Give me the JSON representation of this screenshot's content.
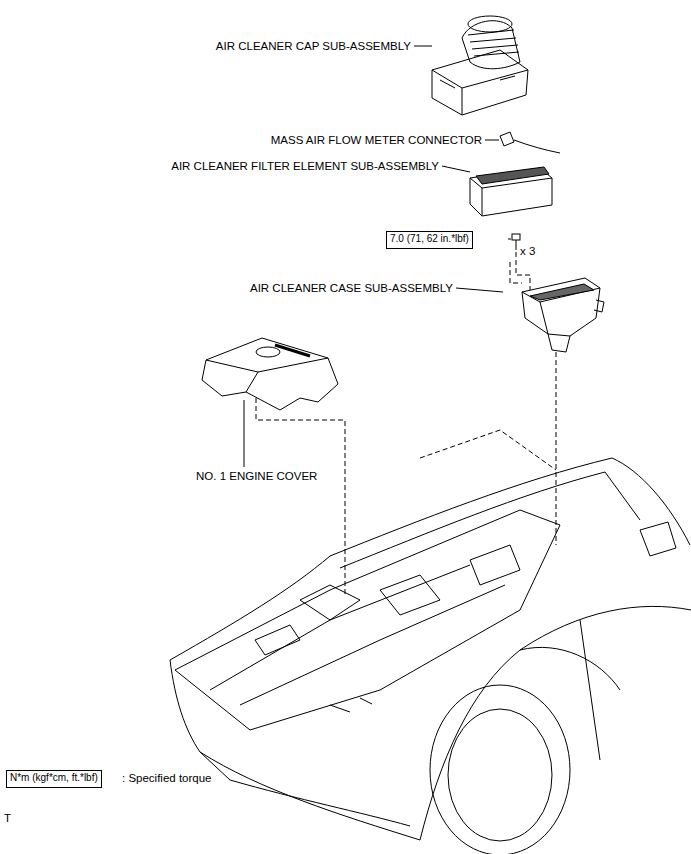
{
  "diagram": {
    "nodes": [
      {
        "text": [
          "7.0 (71, 62 in.*lbf)"
        ]
      },
      {
        "text": [
          "N*m (kgf*cm, ft.*lbf)"
        ]
      }
    ],
    "labels": [
      "AIR CLEANER CAP SUB-ASSEMBLY",
      "MASS AIR FLOW METER CONNECTOR",
      "AIR CLEANER FILTER ELEMENT SUB-ASSEMBLY",
      "x 3",
      "AIR CLEANER CASE SUB-ASSEMBLY",
      "NO. 1 ENGINE COVER",
      ": Specified torque",
      "T"
    ]
  }
}
